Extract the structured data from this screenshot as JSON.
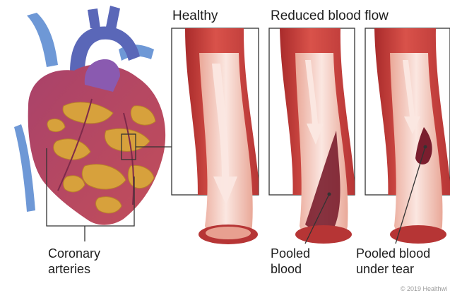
{
  "panels": {
    "healthy_title": "Healthy",
    "reduced_title": "Reduced blood flow"
  },
  "callouts": {
    "coronary_arteries": [
      "Coronary",
      "arteries"
    ],
    "pooled_blood": [
      "Pooled",
      "blood"
    ],
    "pooled_blood_under_tear": [
      "Pooled blood",
      "under tear"
    ]
  },
  "credit": "© 2019 Healthwi",
  "colors": {
    "vessel_wall": "#c83a3a",
    "vessel_inner": "#f1b9a8",
    "lumen": "#f6d7cf",
    "pooled_blood": "#7a1e2e",
    "heart_muscle": "#b7506a",
    "fat": "#d7a13c",
    "aorta": "#5a67b8",
    "artery_blue": "#6e98d6"
  }
}
